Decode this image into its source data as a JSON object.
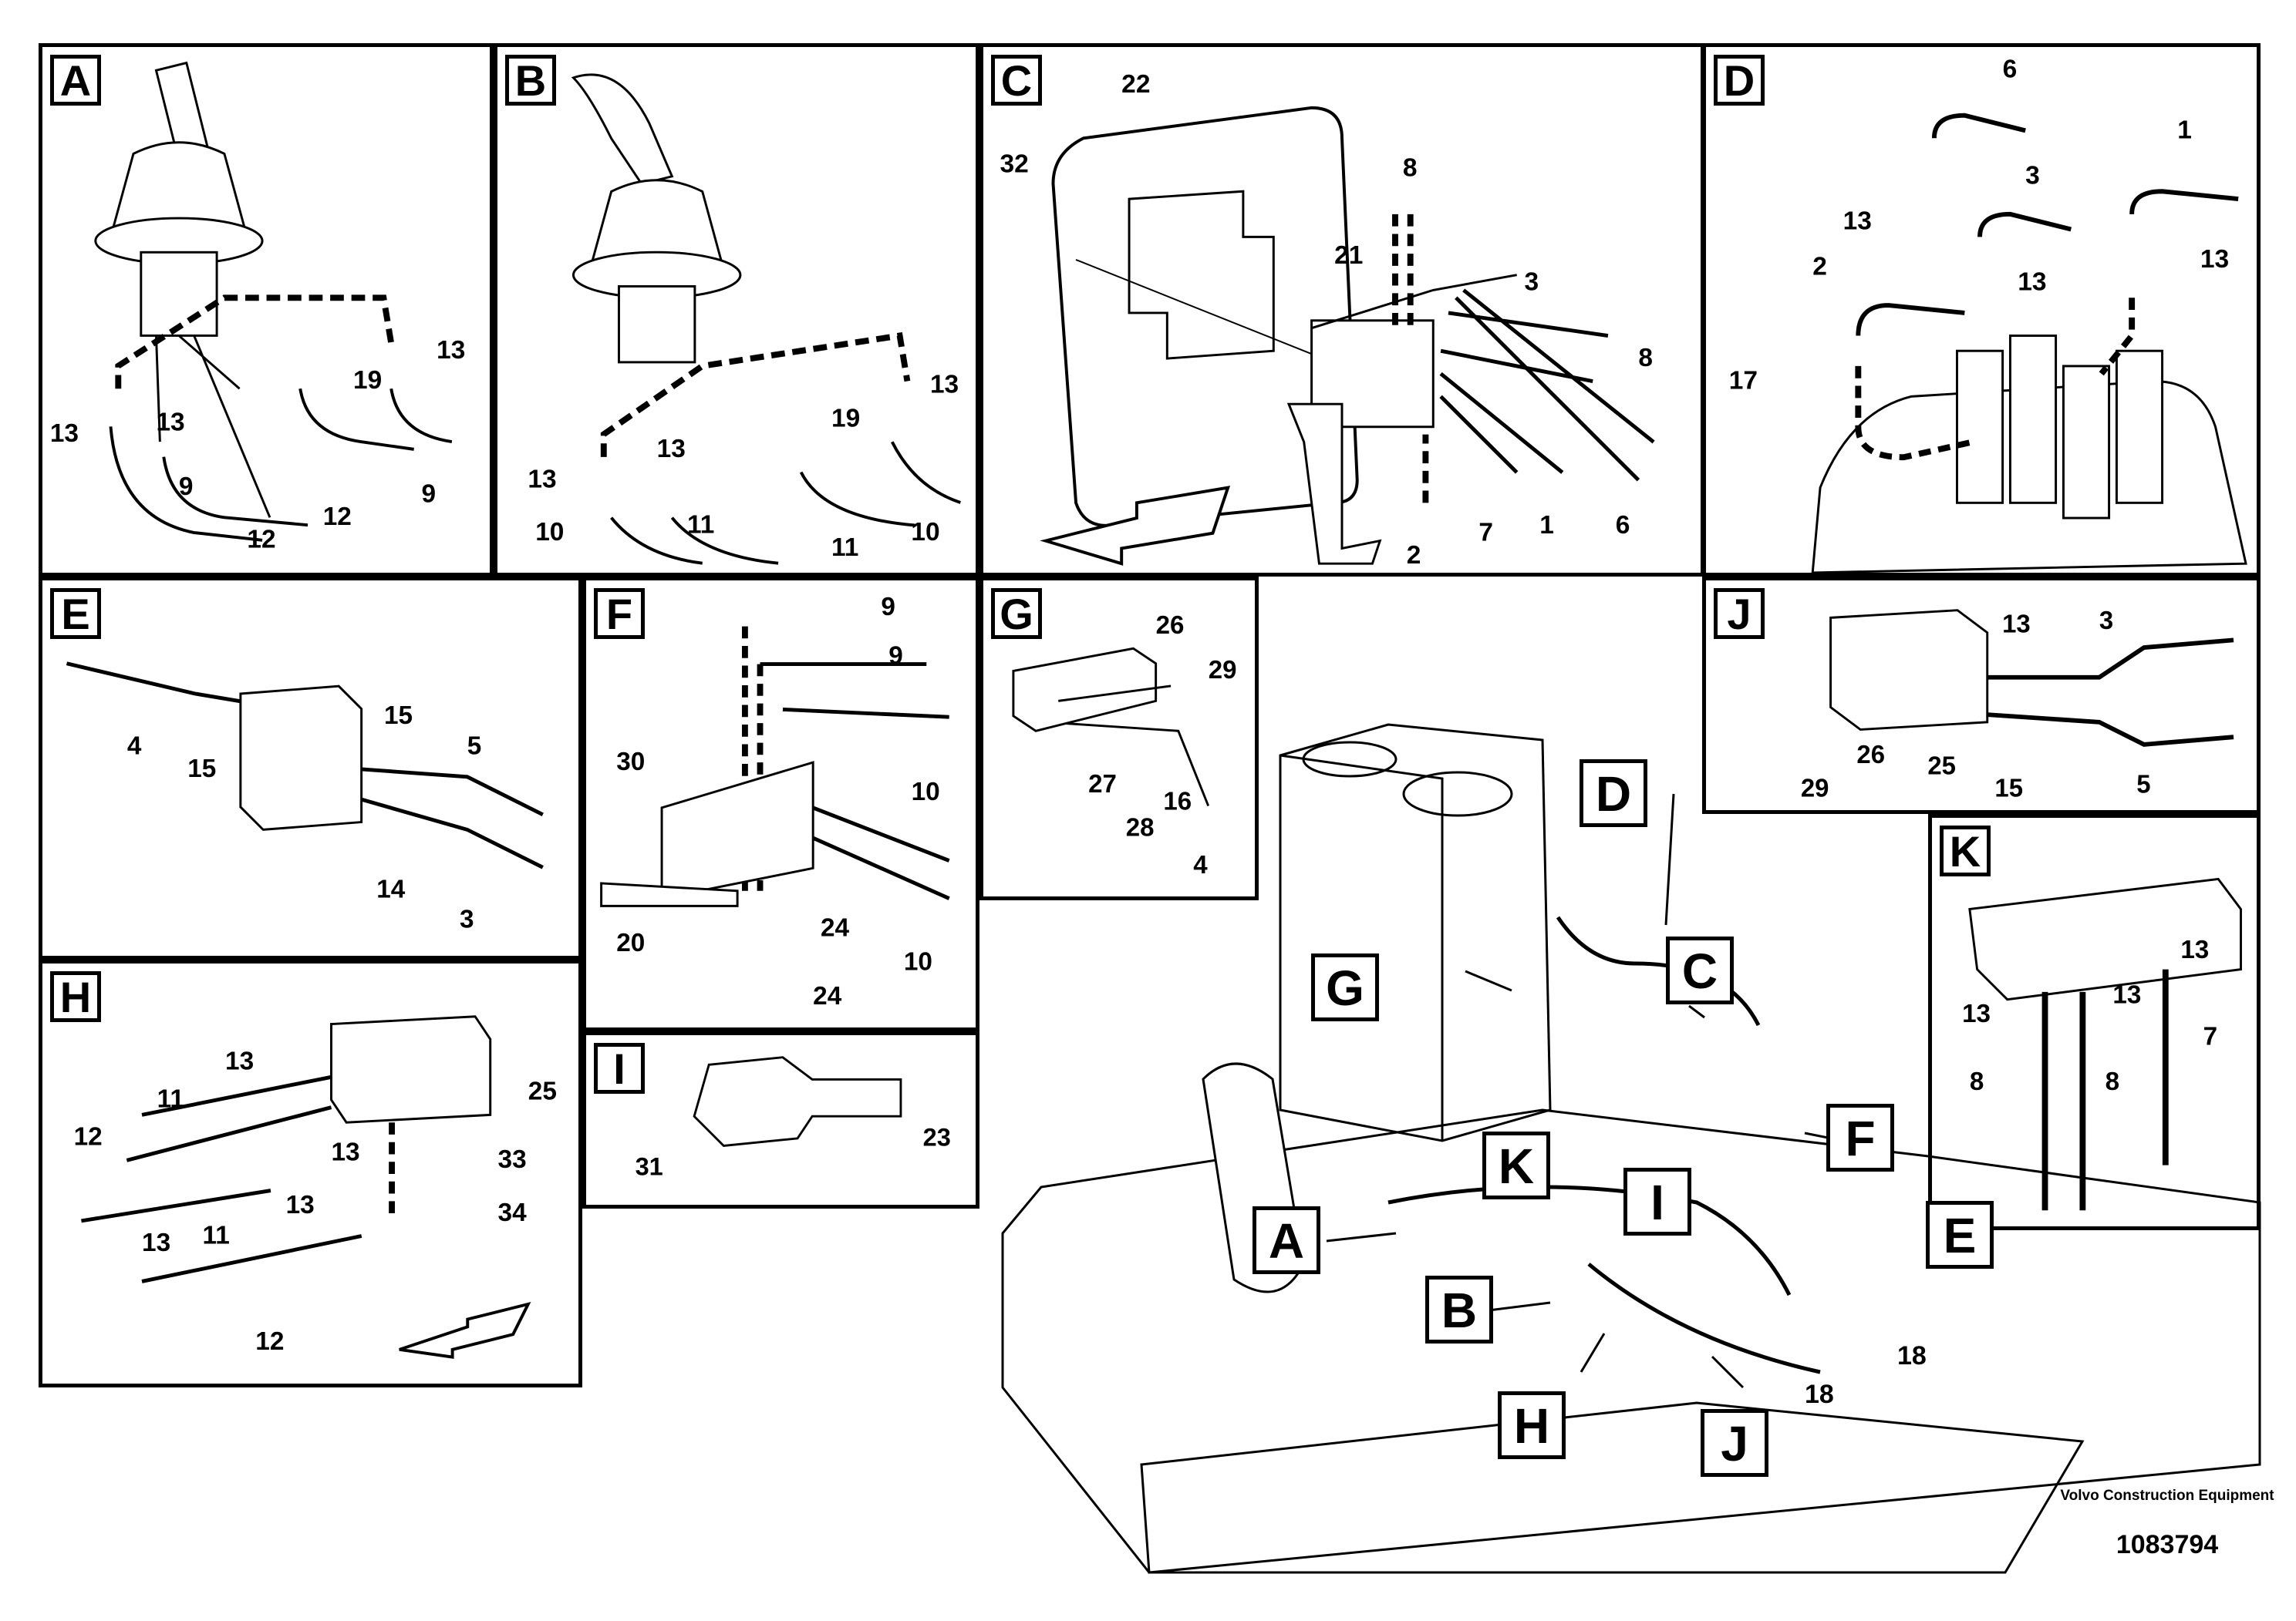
{
  "panels": {
    "A": {
      "label": "A",
      "numbers": [
        "13",
        "19",
        "13",
        "13",
        "9",
        "12",
        "12",
        "9"
      ]
    },
    "B": {
      "label": "B",
      "numbers": [
        "13",
        "19",
        "13",
        "13",
        "10",
        "11",
        "11",
        "10"
      ]
    },
    "C": {
      "label": "C",
      "numbers": [
        "22",
        "32",
        "8",
        "21",
        "3",
        "8",
        "2",
        "7",
        "1",
        "6"
      ]
    },
    "D": {
      "label": "D",
      "numbers": [
        "6",
        "1",
        "3",
        "13",
        "13",
        "13",
        "2",
        "17"
      ]
    },
    "E": {
      "label": "E",
      "numbers": [
        "4",
        "15",
        "15",
        "5",
        "14",
        "3"
      ]
    },
    "F": {
      "label": "F",
      "numbers": [
        "9",
        "9",
        "30",
        "10",
        "20",
        "24",
        "24",
        "10"
      ]
    },
    "G": {
      "label": "G",
      "numbers": [
        "26",
        "29",
        "27",
        "28",
        "16",
        "4"
      ]
    },
    "H": {
      "label": "H",
      "numbers": [
        "13",
        "11",
        "12",
        "13",
        "11",
        "13",
        "13",
        "25",
        "33",
        "34",
        "12"
      ]
    },
    "I": {
      "label": "I",
      "numbers": [
        "23",
        "31"
      ]
    },
    "J": {
      "label": "J",
      "numbers": [
        "13",
        "3",
        "29",
        "26",
        "25",
        "15",
        "5"
      ]
    },
    "K": {
      "label": "K",
      "numbers": [
        "13",
        "13",
        "13",
        "8",
        "8",
        "7"
      ]
    }
  },
  "main": {
    "callouts": [
      "D",
      "C",
      "G",
      "F",
      "K",
      "I",
      "E",
      "A",
      "B",
      "H",
      "J"
    ],
    "numbers": [
      "18",
      "18"
    ]
  },
  "footer": {
    "company": "Volvo Construction Equipment",
    "part_number": "1083794"
  }
}
